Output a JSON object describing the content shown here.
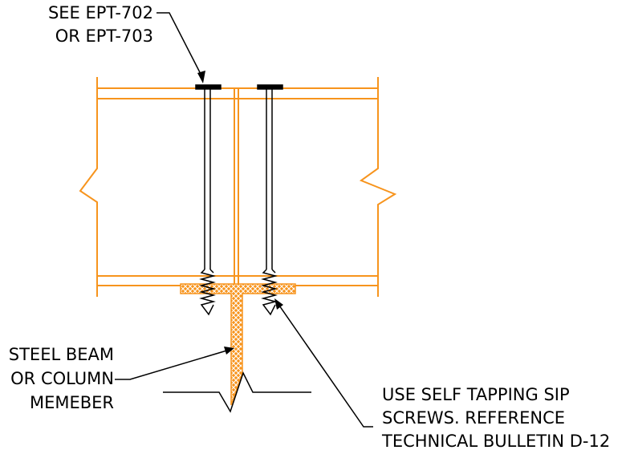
{
  "callouts": {
    "screw_ref": {
      "line1": "SEE EPT-702",
      "line2": "OR EPT-703"
    },
    "steel_member": {
      "line1": "STEEL BEAM",
      "line2": "OR COLUMN",
      "line3": "MEMEBER"
    },
    "screw_note": {
      "line1": "USE SELF TAPPING SIP",
      "line2": "SCREWS.  REFERENCE",
      "line3": "TECHNICAL BULLETIN D-12"
    }
  },
  "colors": {
    "panel_outline": "#F7941D",
    "steel_hatch": "#F7941D",
    "linework": "#000000",
    "background": "#FFFFFF"
  }
}
